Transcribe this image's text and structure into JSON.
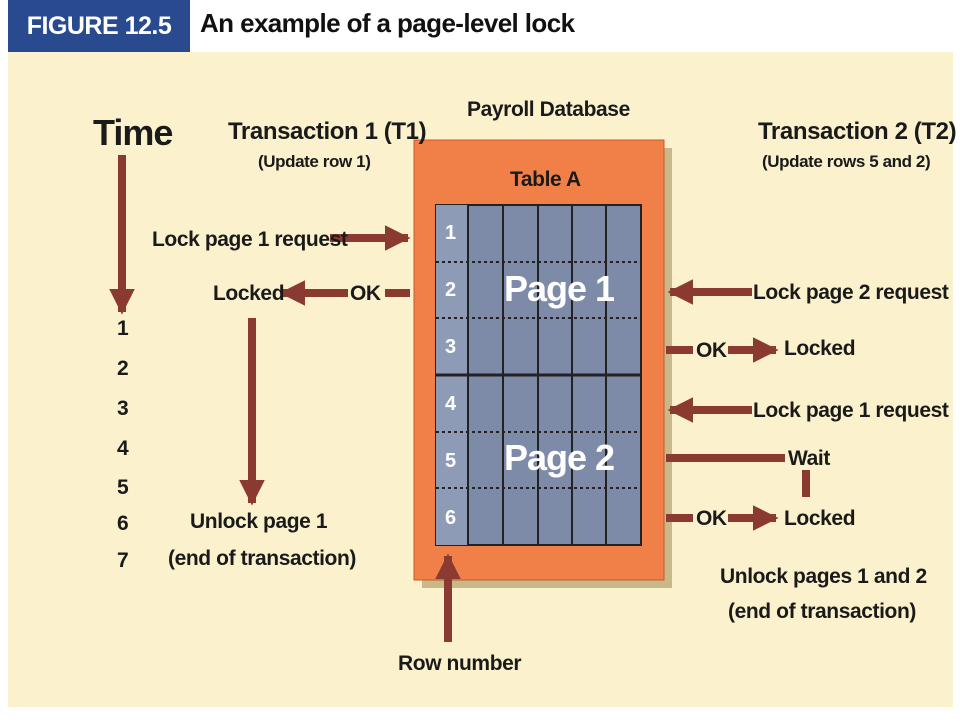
{
  "figure": {
    "badge": "FIGURE 12.5",
    "caption": "An example of a page-level lock"
  },
  "database": {
    "title": "Payroll Database",
    "table": "Table A",
    "rows": [
      "1",
      "2",
      "3",
      "4",
      "5",
      "6"
    ],
    "pages": [
      "Page 1",
      "Page 2"
    ]
  },
  "time": {
    "label": "Time",
    "ticks": [
      "1",
      "2",
      "3",
      "4",
      "5",
      "6",
      "7"
    ]
  },
  "t1": {
    "title": "Transaction 1 (T1)",
    "subtitle": "(Update row 1)",
    "lock_request": "Lock page 1 request",
    "locked": "Locked",
    "ok": "OK",
    "unlock": "Unlock page 1",
    "unlock_note": "(end of transaction)"
  },
  "t2": {
    "title": "Transaction 2 (T2)",
    "subtitle": "(Update rows 5 and 2)",
    "lock_page2_request": "Lock page 2 request",
    "ok1": "OK",
    "locked1": "Locked",
    "lock_page1_request": "Lock page 1 request",
    "wait": "Wait",
    "ok2": "OK",
    "locked2": "Locked",
    "unlock": "Unlock pages 1 and 2",
    "unlock_note": "(end of transaction)"
  },
  "row_number": "Row number",
  "colors": {
    "badge": "#2a4a90",
    "background": "#fbf2cd",
    "table_frame": "#f08048",
    "grid": "#7d8ba8",
    "arrow": "#8b3a32"
  }
}
